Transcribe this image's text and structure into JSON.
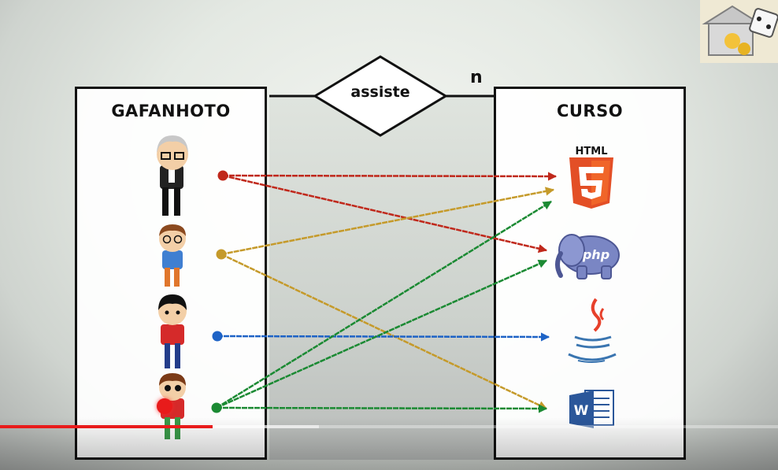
{
  "diagram": {
    "left_entity": {
      "title": "GAFANHOTO"
    },
    "right_entity": {
      "title": "CURSO"
    },
    "relationship": {
      "label": "assiste",
      "cardinality": "n"
    },
    "students": [
      {
        "name": "gafanhoto-1",
        "color": "#c0281b"
      },
      {
        "name": "gafanhoto-2",
        "color": "#c59a2a"
      },
      {
        "name": "gafanhoto-3",
        "color": "#1e63c6"
      },
      {
        "name": "gafanhoto-4",
        "color": "#1b8a33"
      }
    ],
    "courses": [
      {
        "icon": "html5-icon",
        "text": "HTML",
        "badge": "5"
      },
      {
        "icon": "php-elephant-icon",
        "text": "php"
      },
      {
        "icon": "java-icon"
      },
      {
        "icon": "word-icon",
        "text": "W"
      }
    ],
    "links": [
      {
        "from": 0,
        "to": 0,
        "color": "#c0281b"
      },
      {
        "from": 0,
        "to": 1,
        "color": "#c0281b"
      },
      {
        "from": 1,
        "to": 0,
        "color": "#c59a2a"
      },
      {
        "from": 1,
        "to": 3,
        "color": "#c59a2a"
      },
      {
        "from": 2,
        "to": 2,
        "color": "#1e63c6"
      },
      {
        "from": 3,
        "to": 0,
        "color": "#1b8a33"
      },
      {
        "from": 3,
        "to": 1,
        "color": "#1b8a33"
      },
      {
        "from": 3,
        "to": 3,
        "color": "#1b8a33"
      }
    ]
  },
  "player": {
    "played_fraction": 0.273,
    "buffered_fraction": 0.41
  }
}
